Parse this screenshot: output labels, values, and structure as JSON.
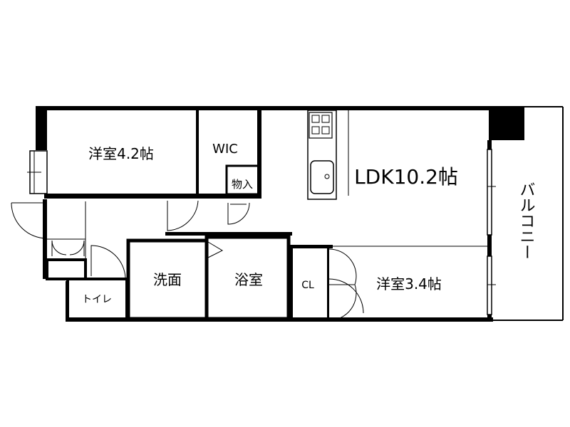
{
  "floor_plan": {
    "rooms": {
      "western_room_1": "洋室4.2帖",
      "walk_in_closet": "WIC",
      "storage": "物入",
      "ldk": "LDK10.2帖",
      "balcony": "バルコニー",
      "washroom": "洗面",
      "bathroom": "浴室",
      "closet": "CL",
      "western_room_2": "洋室3.4帖",
      "toilet": "トイレ"
    }
  }
}
